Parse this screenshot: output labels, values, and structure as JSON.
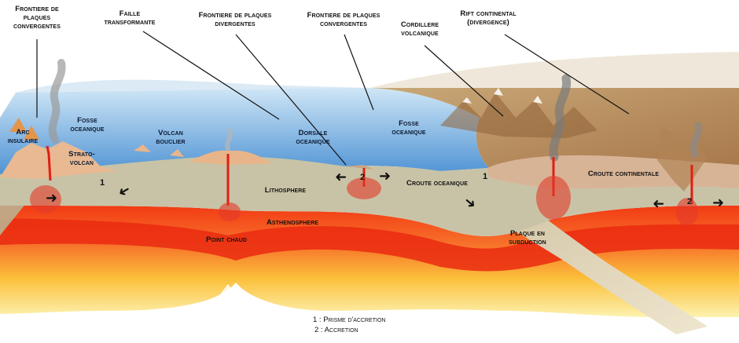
{
  "labels": {
    "convergent_left": "Frontiere de\nplaques\nconvergentes",
    "transform_fault": "Faille\ntransformante",
    "divergent": "Frontiere de plaques\ndivergentes",
    "convergent_right": "Frontiere de plaques\nconvergentes",
    "volcanic_range": "Cordillere\nvolcanique",
    "continental_rift": "Rift continental\n(divergence)",
    "island_arc": "Arc\ninsulaire",
    "trench_left": "Fosse\noceanique",
    "stratovolcano": "Strato-\nvolcan",
    "shield_volcano": "Volcan\nbouclier",
    "ocean_ridge": "Dorsale\noceanique",
    "trench_right": "Fosse\noceanique",
    "lithosphere": "Lithosphere",
    "oceanic_crust": "Croute oceanique",
    "continental_crust": "Croute continentale",
    "asthenosphere": "Asthenosphere",
    "hot_spot": "Point chaud",
    "subducting_plate": "Plaque en\nsubduction"
  },
  "markers": {
    "n1": "1",
    "n2": "2"
  },
  "legend": {
    "item1": "1 : Prisme d'accretion",
    "item2": "2 : Accretion"
  }
}
